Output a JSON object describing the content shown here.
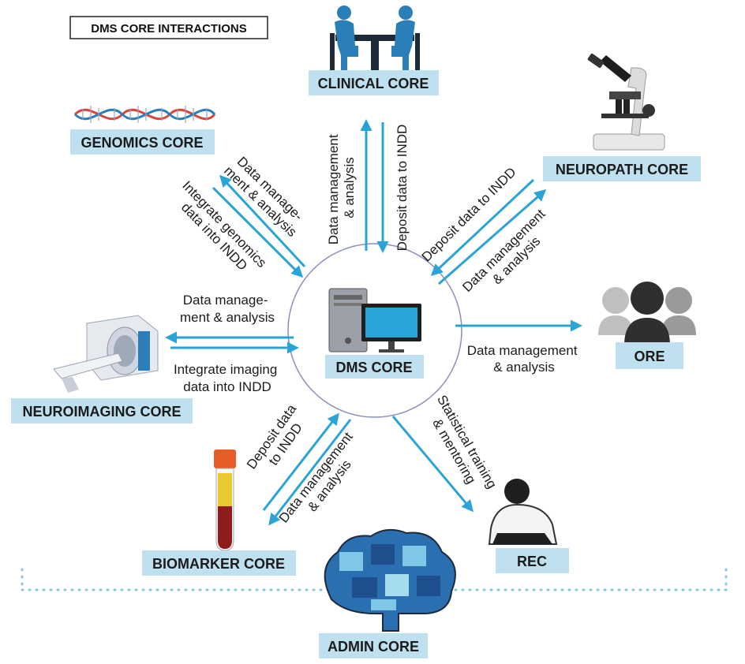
{
  "title": "DMS CORE INTERACTIONS",
  "colors": {
    "arrow": "#2aa3d6",
    "label_box": "#bfe0ef",
    "hub_ring": "#8a8fb8",
    "icon_blue": "#2a7fb8",
    "icon_dark": "#2f2f2f",
    "dots": "#7fc8e4"
  },
  "cores": {
    "center": "DMS CORE",
    "clinical": "CLINICAL CORE",
    "genomics": "GENOMICS CORE",
    "neuropath": "NEUROPATH CORE",
    "ore": "ORE",
    "neuroimaging": "NEUROIMAGING CORE",
    "biomarker": "BIOMARKER CORE",
    "rec": "REC",
    "admin": "ADMIN CORE"
  },
  "edges": {
    "clinical_out": [
      "Data management",
      "& analysis"
    ],
    "clinical_in": [
      "Deposit data to INDD"
    ],
    "genomics_out": [
      "Data manage-",
      "ment & analysis"
    ],
    "genomics_in": [
      "Integrate genomics",
      "data into INDD"
    ],
    "neuropath_in": [
      "Deposit data to INDD"
    ],
    "neuropath_out": [
      "Data management",
      "& analysis"
    ],
    "ore_out": [
      "Data management",
      "& analysis"
    ],
    "imaging_out": [
      "Data manage-",
      "ment & analysis"
    ],
    "imaging_in": [
      "Integrate imaging",
      "data into INDD"
    ],
    "biomarker_in": [
      "Deposit data",
      "to INDD"
    ],
    "biomarker_out": [
      "Data management",
      "& analysis"
    ],
    "rec_out": [
      "Statistical training",
      "& mentoring"
    ]
  }
}
